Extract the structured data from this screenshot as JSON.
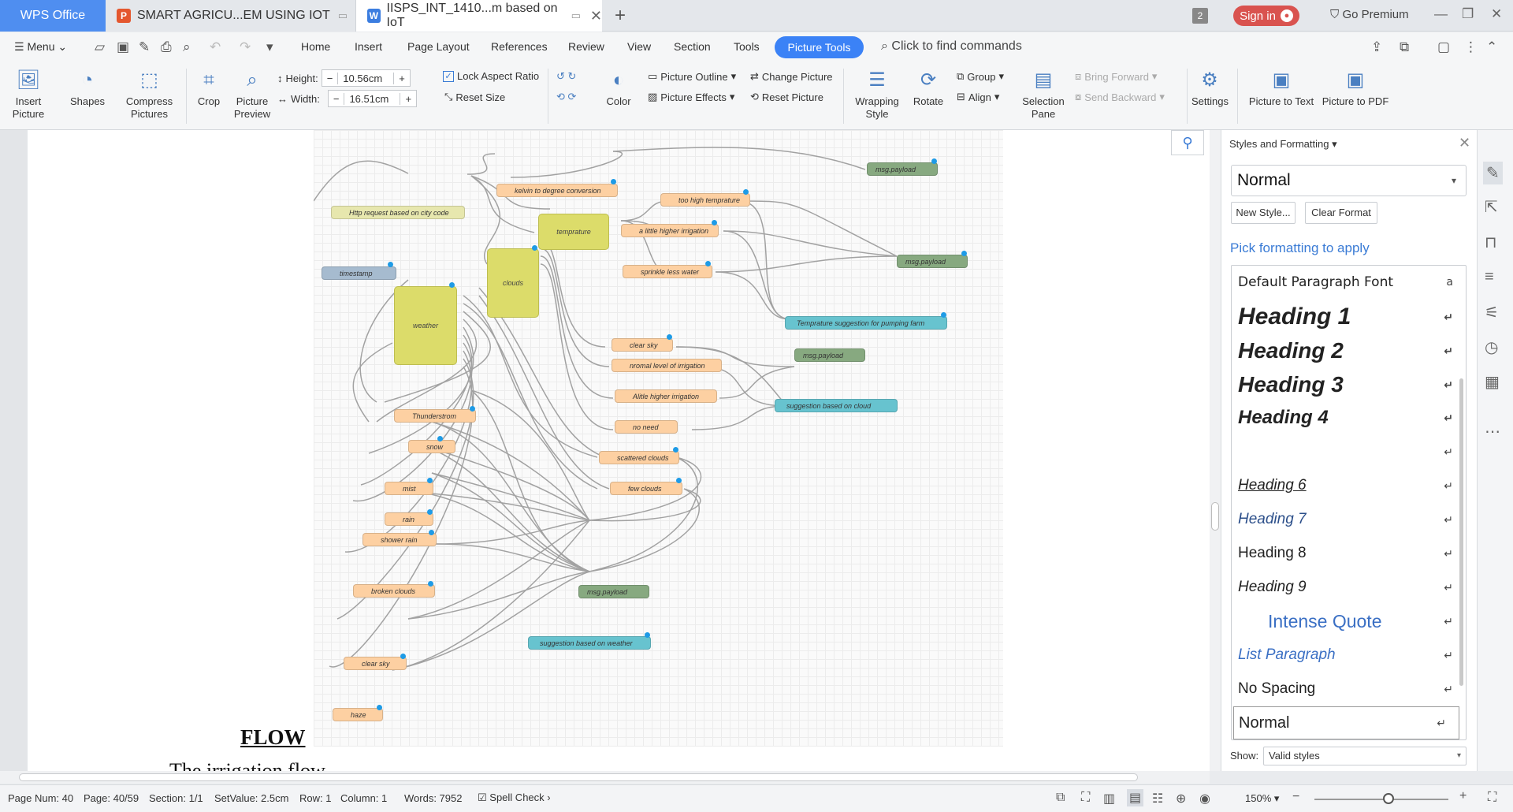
{
  "tabs": {
    "app": "WPS Office",
    "doc1": "SMART AGRICU...EM USING IOT",
    "doc2": "IISPS_INT_1410...m based on IoT",
    "count": "2",
    "signin": "Sign in",
    "premium": "Go Premium"
  },
  "menubar": {
    "menu": "Menu",
    "items": [
      "Home",
      "Insert",
      "Page Layout",
      "References",
      "Review",
      "View",
      "Section",
      "Tools"
    ],
    "active": "Picture Tools",
    "find": "Click to find commands"
  },
  "ribbon": {
    "insert_picture": "Insert Picture",
    "shapes": "Shapes",
    "compress": "Compress Pictures",
    "crop": "Crop",
    "preview": "Picture Preview",
    "height_label": "Height:",
    "height_value": "10.56cm",
    "width_label": "Width:",
    "width_value": "16.51cm",
    "lock_aspect": "Lock Aspect Ratio",
    "reset_size": "Reset Size",
    "color": "Color",
    "picture_outline": "Picture Outline",
    "picture_effects": "Picture Effects",
    "change_picture": "Change Picture",
    "reset_picture": "Reset Picture",
    "wrapping": "Wrapping Style",
    "rotate": "Rotate",
    "group": "Group",
    "align": "Align",
    "selection_pane": "Selection Pane",
    "bring_forward": "Bring Forward",
    "send_backward": "Send Backward",
    "settings": "Settings",
    "pic_to_text": "Picture to Text",
    "pic_to_pdf": "Picture to PDF"
  },
  "flow": {
    "nodes": {
      "http": "Http request based on city code",
      "timestamp": "timestamp",
      "kelvin": "kelvin to degree conversion",
      "temprature": "temprature",
      "clouds": "clouds",
      "weather": "weather",
      "too_high": "too high temprature",
      "little_higher": "a little higher irrigation",
      "sprinkle": "sprinkle less water",
      "msg1": "msg.payload",
      "msg2": "msg.payload",
      "temp_suggestion": "Temprature suggestion for pumping farm",
      "clear_sky": "clear sky",
      "normal_irrigation": "nromal level of irrigation",
      "alittle": "Alitle higher irrigation",
      "no_need": "no need",
      "msg3": "msg.payload",
      "cloud_suggestion": "suggestion based on cloud",
      "scattered": "scattered clouds",
      "few": "few clouds",
      "thunderstorm": "Thunderstrom",
      "snow": "snow",
      "mist": "mist",
      "rain": "rain",
      "shower": "shower rain",
      "broken": "broken clouds",
      "msg4": "msg.payload",
      "weather_suggestion": "suggestion based on weather",
      "clear_sky2": "clear sky",
      "haze": "haze"
    },
    "title": "FLOW",
    "subtitle": "The irrigation flow"
  },
  "panel": {
    "title": "Styles and Formatting",
    "current_style": "Normal",
    "new_style": "New Style...",
    "clear_format": "Clear Format",
    "pick": "Pick formatting to apply",
    "styles": [
      "Default Paragraph Font",
      "Heading 1",
      "Heading 2",
      "Heading 3",
      "Heading 4",
      "",
      "Heading 6",
      "Heading 7",
      "Heading 8",
      "Heading 9",
      "Intense Quote",
      "List Paragraph",
      "No Spacing",
      "Normal"
    ],
    "show_label": "Show:",
    "show_value": "Valid styles"
  },
  "status": {
    "page_num": "Page Num: 40",
    "page": "Page: 40/59",
    "section": "Section: 1/1",
    "setvalue": "SetValue: 2.5cm",
    "row": "Row: 1",
    "column": "Column: 1",
    "words": "Words: 7952",
    "spell": "Spell Check",
    "zoom": "150%"
  }
}
